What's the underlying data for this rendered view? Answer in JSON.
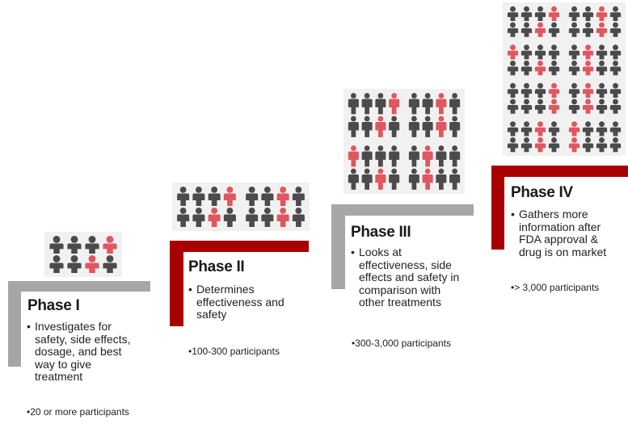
{
  "colors": {
    "person_gray": "#4b4b4b",
    "person_red": "#e0575f",
    "bar_gray": "#a6a6a6",
    "bar_red": "#a80000",
    "panel_bg": "#f1f1f1"
  },
  "icons": {
    "person": "person-icon"
  },
  "phases": [
    {
      "title": "Phase I",
      "bullet": "Investigates for\nsafety, side effects,\ndosage, and best\nway to give\ntreatment",
      "participants": "•20 or more participants",
      "bar_color": "gray",
      "icon_groups": 1,
      "red_people": 2
    },
    {
      "title": "Phase II",
      "bullet": "Determines\neffectiveness and\nsafety",
      "participants": "•100-300 participants",
      "bar_color": "red",
      "icon_groups": 2,
      "red_people": 4
    },
    {
      "title": "Phase III",
      "bullet": "Looks at\neffectiveness, side\neffects and safety in\ncomparison with\nother treatments",
      "participants": "•300-3,000 participants",
      "bar_color": "gray",
      "icon_groups": 4,
      "red_people": 8
    },
    {
      "title": "Phase IV",
      "bullet": "Gathers more\ninformation after\nFDA approval &\ndrug is on market",
      "participants": "•> 3,000 participants",
      "bar_color": "red",
      "icon_groups": 8,
      "red_people": 16
    }
  ]
}
